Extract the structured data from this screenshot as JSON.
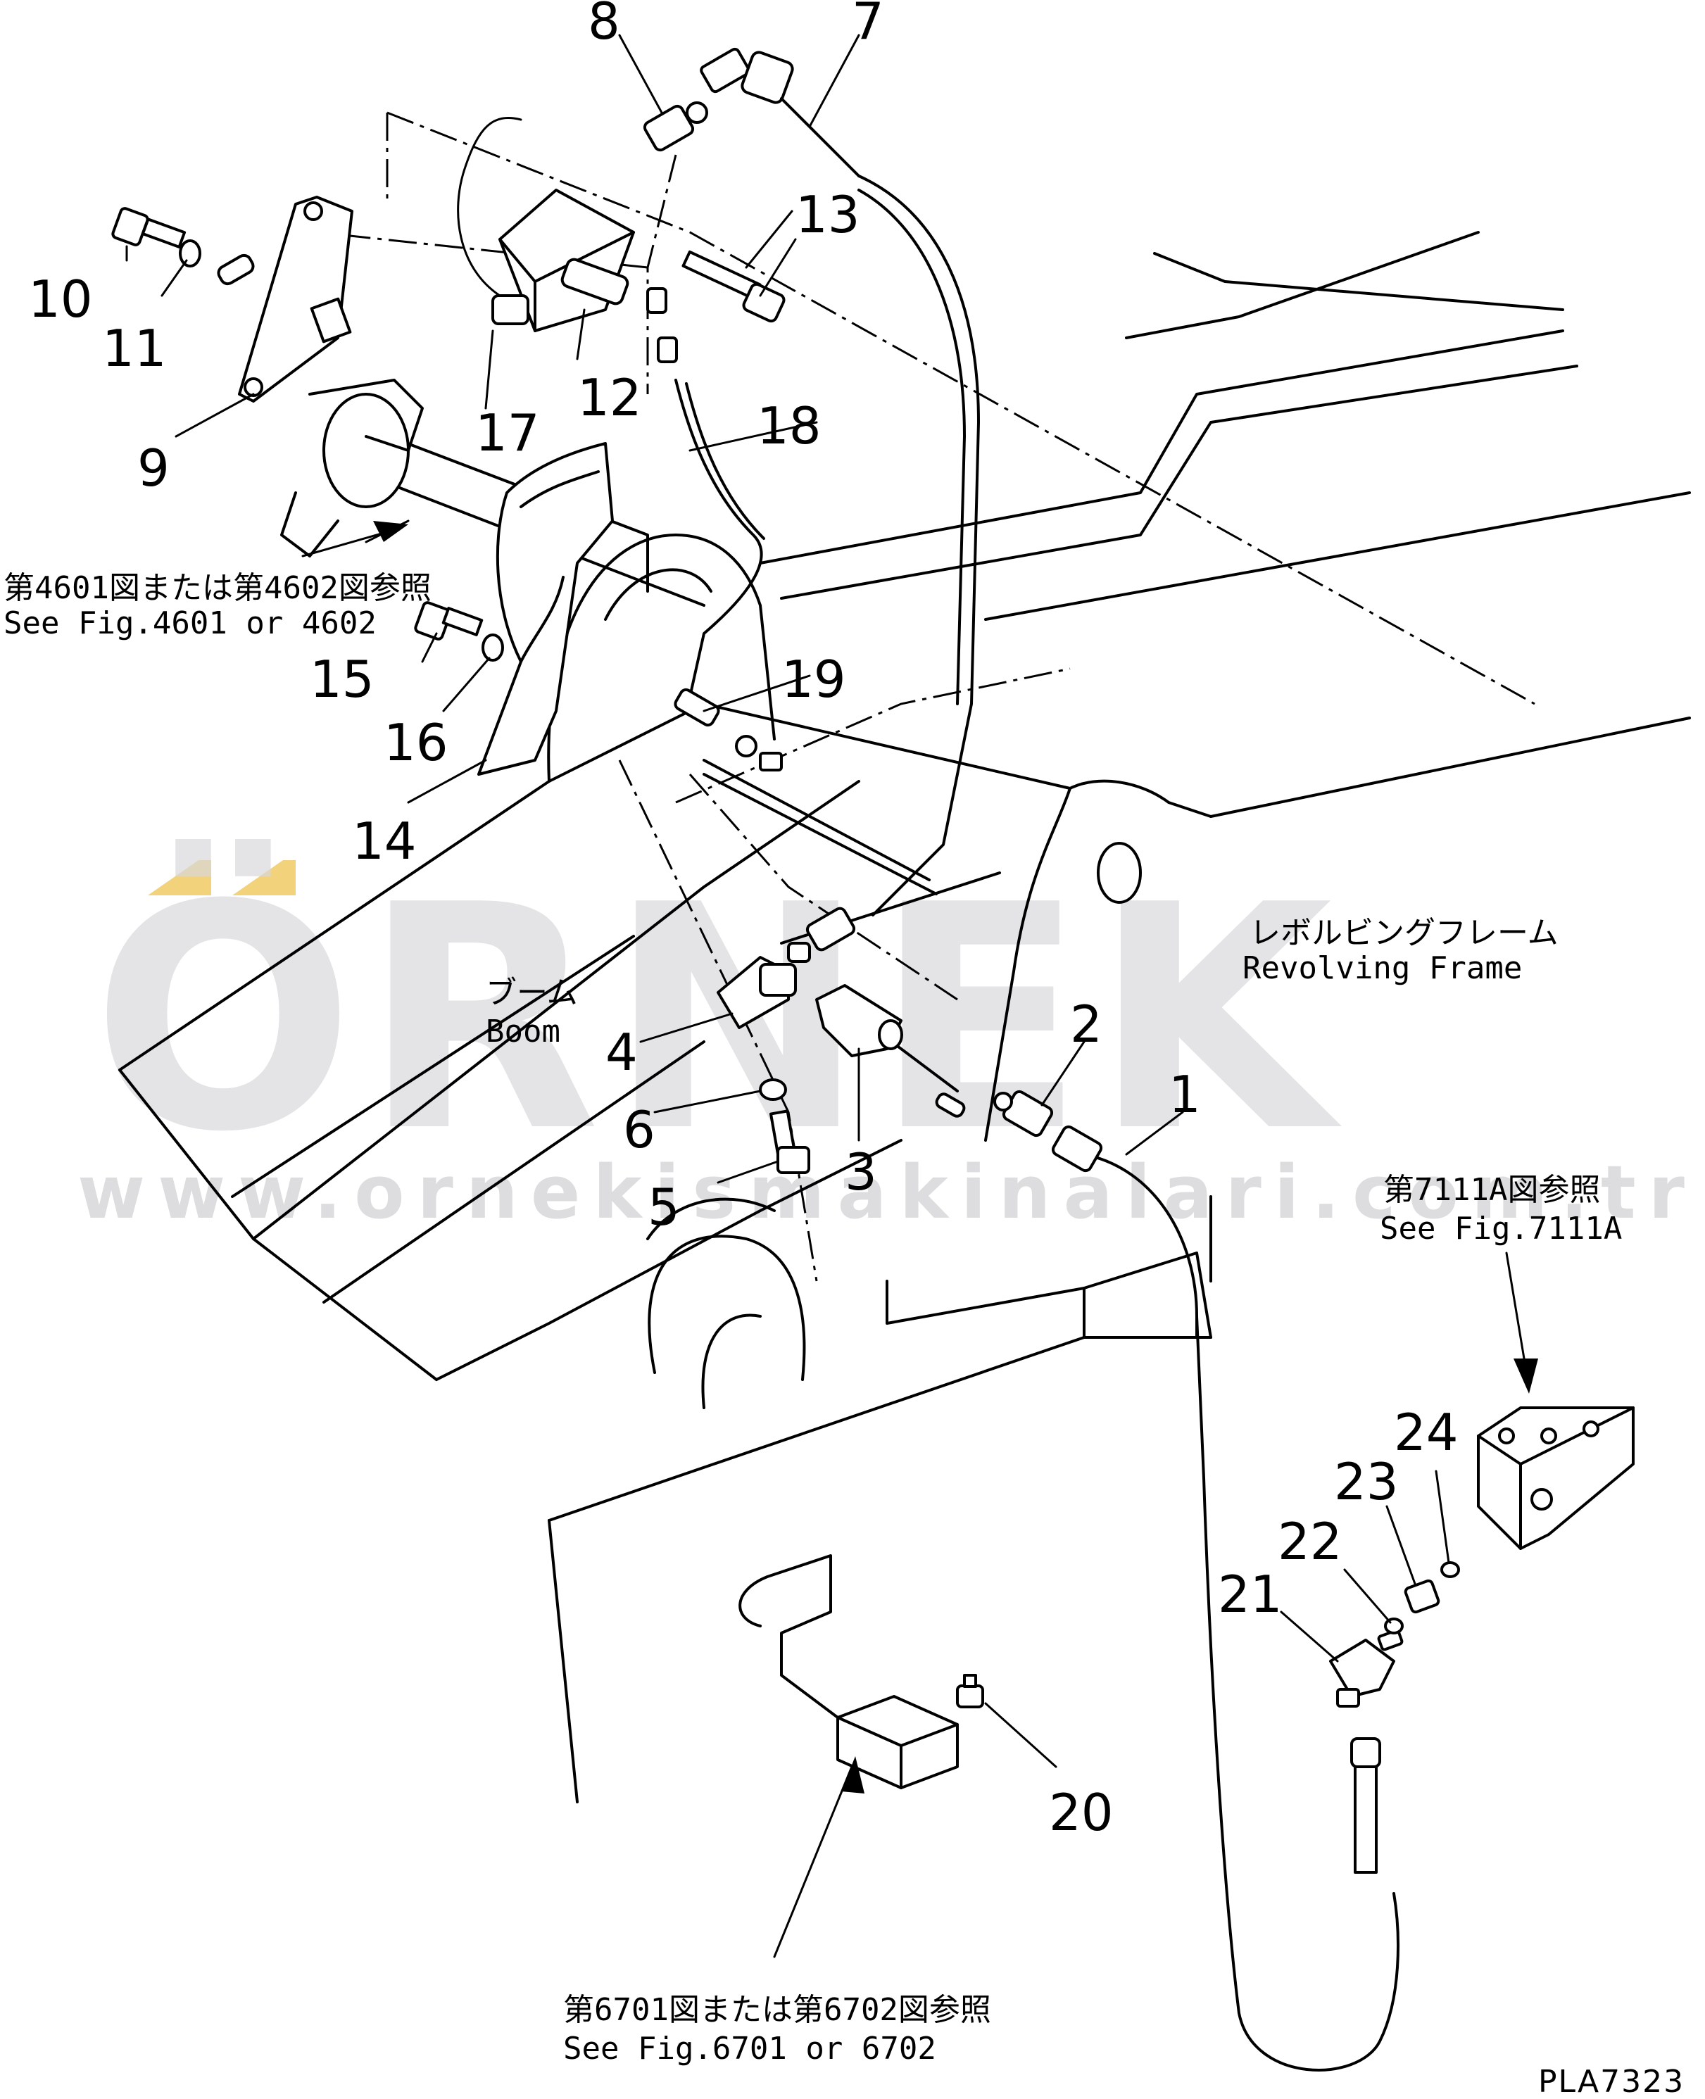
{
  "drawing_code": "PLA7323",
  "callouts": [
    "1",
    "2",
    "3",
    "4",
    "5",
    "6",
    "7",
    "8",
    "9",
    "10",
    "11",
    "12",
    "13",
    "14",
    "15",
    "16",
    "17",
    "18",
    "19",
    "20",
    "21",
    "22",
    "23",
    "24"
  ],
  "notes": {
    "fig4601_jp": "第4601図または第4602図参照",
    "fig4601_en": "See Fig.4601 or 4602",
    "revolving_jp": "レボルビングフレーム",
    "revolving_en": "Revolving Frame",
    "boom_jp": "ブーム",
    "boom_en": "Boom",
    "fig7111_jp": "第7111A図参照",
    "fig7111_en": "See Fig.7111A",
    "fig6701_jp": "第6701図または第6702図参照",
    "fig6701_en": "See Fig.6701 or 6702"
  },
  "watermark": {
    "brand": "ÖRNEK",
    "url": "www.ornekismakinalari.com.tr",
    "accent_color": "#f2d27a"
  }
}
